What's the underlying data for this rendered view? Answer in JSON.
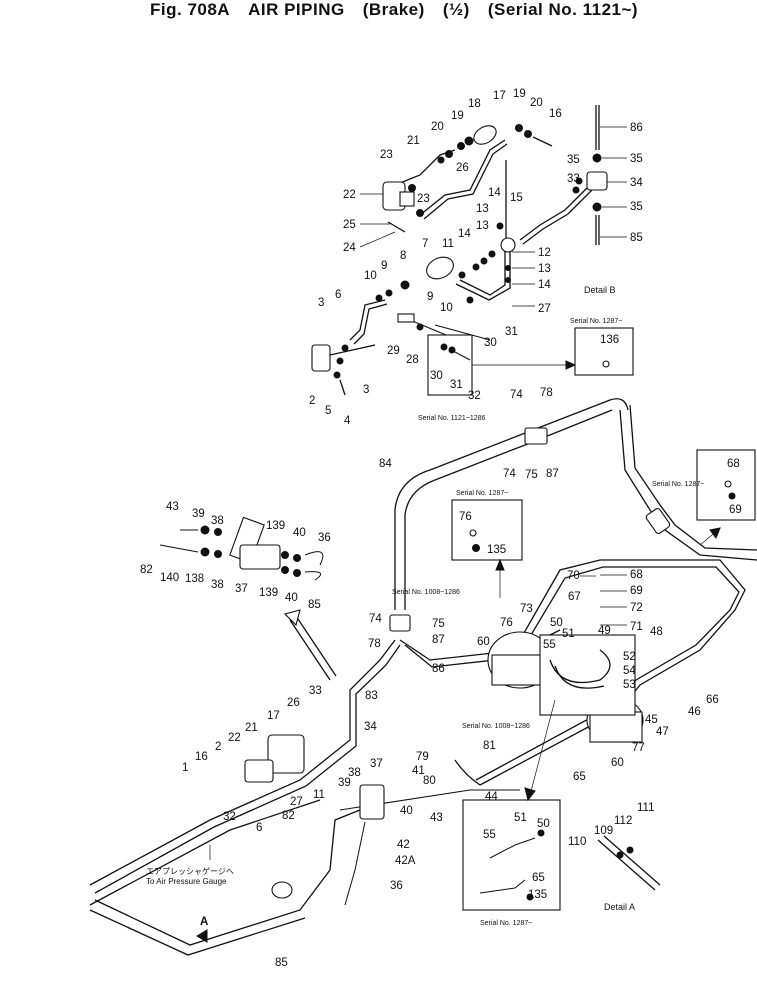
{
  "title": {
    "fig": "Fig. 708A",
    "name": "AIR PIPING",
    "sub": "(Brake)",
    "fraction": "(½)",
    "serial": "(Serial No. 1121~)"
  },
  "notes": {
    "serial_1287a": "Serial No. 1287~",
    "serial_1121_1286": "Serial No. 1121~1286",
    "serial_1287b": "Serial No. 1287~",
    "serial_1287c": "Serial No. 1287~",
    "serial_1008_1286a": "Serial No. 1008~1286",
    "serial_1008_1286b": "Serial No. 1008~1286",
    "serial_1287d": "Serial No. 1287~",
    "jp_gauge": "エアプレッシャゲージへ",
    "to_gauge": "To Air Pressure Gauge"
  },
  "details": {
    "b": "Detail B",
    "a": "Detail A",
    "a_marker": "A"
  },
  "callouts": {
    "c86a": "86",
    "c35a": "35",
    "c34": "34",
    "c35b": "35",
    "c85a": "85",
    "c17a": "17",
    "c19a": "19",
    "c18": "18",
    "c19b": "19",
    "c20a": "20",
    "c16a": "16",
    "c20b": "20",
    "c21a": "21",
    "c23a": "23",
    "c26a": "26",
    "c22a": "22",
    "c23b": "23",
    "c25": "25",
    "c24": "24",
    "c33a": "33",
    "c35c": "35",
    "c15": "15",
    "c14a": "14",
    "c13a": "13",
    "c13b": "13",
    "c12": "12",
    "c13c": "13",
    "c14b": "14",
    "c14c": "14",
    "c11a": "11",
    "c7": "7",
    "c8": "8",
    "c9a": "9",
    "c10a": "10",
    "c9b": "9",
    "c10b": "10",
    "c27a": "27",
    "c6a": "6",
    "c3a": "3",
    "c3b": "3",
    "c2a": "2",
    "c5": "5",
    "c4": "4",
    "c29": "29",
    "c28": "28",
    "c31a": "31",
    "c30a": "30",
    "c30b": "30",
    "c31b": "31",
    "c32a": "32",
    "c136": "136",
    "c74a": "74",
    "c78a": "78",
    "c74b": "74",
    "c75a": "75",
    "c87a": "87",
    "c84": "84",
    "c68a": "68",
    "c69a": "69",
    "c76a": "76",
    "c135a": "135",
    "c43a": "43",
    "c39a": "39",
    "c38a": "38",
    "c139a": "139",
    "c40a": "40",
    "c36a": "36",
    "c82a": "82",
    "c140": "140",
    "c138": "138",
    "c38b": "38",
    "c37a": "37",
    "c139b": "139",
    "c40b": "40",
    "c85b": "85",
    "c70": "70",
    "c68b": "68",
    "c67": "67",
    "c69b": "69",
    "c72": "72",
    "c73": "73",
    "c71": "71",
    "c74c": "74",
    "c75b": "75",
    "c78b": "78",
    "c87b": "87",
    "c86b": "86",
    "c60a": "60",
    "c76b": "76",
    "c50a": "50",
    "c51a": "51",
    "c49": "49",
    "c48": "48",
    "c55a": "55",
    "c52": "52",
    "c54": "54",
    "c53": "53",
    "c66": "66",
    "c45": "45",
    "c46": "46",
    "c47": "47",
    "c77": "77",
    "c65a": "65",
    "c60b": "60",
    "c33b": "33",
    "c83": "83",
    "c26b": "26",
    "c17b": "17",
    "c34b": "34",
    "c21b": "21",
    "c22b": "22",
    "c16b": "16",
    "c2b": "2",
    "c27b": "27",
    "c11b": "11",
    "c1": "1",
    "c32b": "32",
    "c6b": "6",
    "c79": "79",
    "c81": "81",
    "c80": "80",
    "c41": "41",
    "c39b": "39",
    "c38c": "38",
    "c37b": "37",
    "c44": "44",
    "c40c": "40",
    "c82b": "82",
    "c43b": "43",
    "c42": "42",
    "c42a": "42A",
    "c36b": "36",
    "c85c": "85",
    "c51b": "51",
    "c55b": "55",
    "c50b": "50",
    "c65b": "65",
    "c135b": "135",
    "c111": "111",
    "c112": "112",
    "c109": "109",
    "c110": "110"
  }
}
